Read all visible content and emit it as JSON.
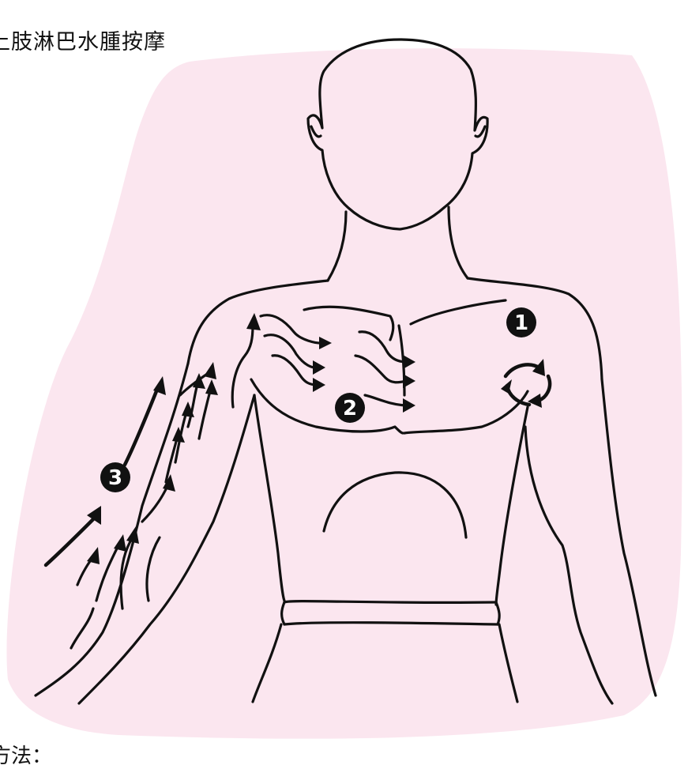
{
  "title": "上肢淋巴水腫按摩",
  "footer_label": "方法：",
  "step_markers": [
    {
      "number": "1"
    },
    {
      "number": "2"
    },
    {
      "number": "3"
    }
  ],
  "colors": {
    "background_blob": "#fbe6ef",
    "line": "#111111",
    "marker_fill": "#111111",
    "marker_text": "#ffffff"
  }
}
